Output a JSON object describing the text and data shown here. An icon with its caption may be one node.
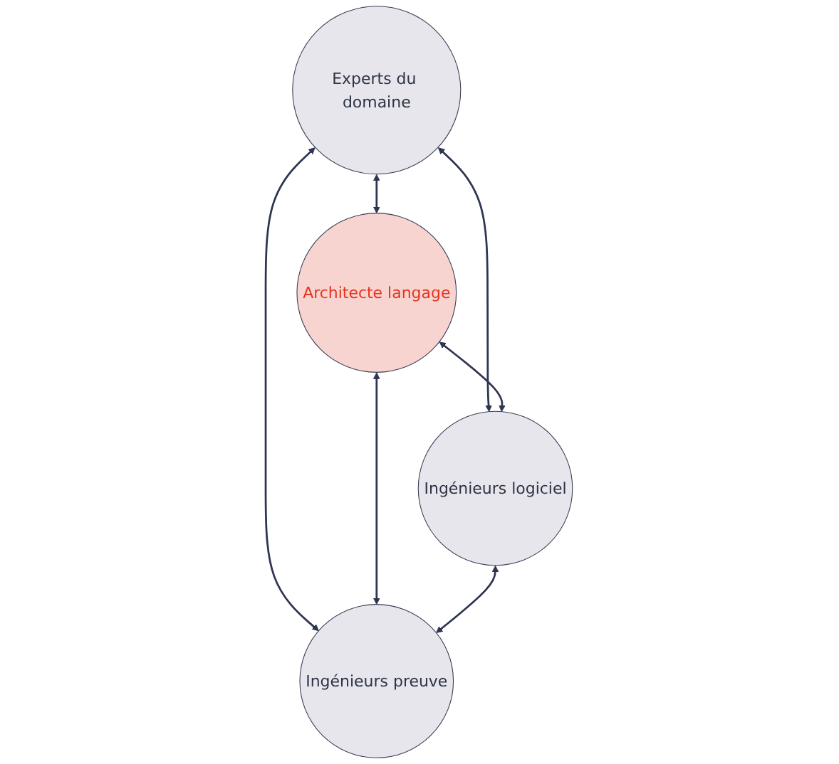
{
  "diagram": {
    "nodes": [
      {
        "text": [
          "Experts du domaine"
        ]
      },
      {
        "text": [
          "Architecte langage"
        ]
      },
      {
        "text": [
          "Ingénieurs logiciel"
        ]
      },
      {
        "text": [
          "Ingénieurs preuve"
        ]
      }
    ],
    "edges": [
      {
        "from": 0,
        "to": 1,
        "arrow": "both"
      },
      {
        "from": 0,
        "to": 2,
        "arrow": "both"
      },
      {
        "from": 0,
        "to": 3,
        "arrow": "both"
      },
      {
        "from": 1,
        "to": 2,
        "arrow": "both"
      },
      {
        "from": 1,
        "to": 3,
        "arrow": "both"
      },
      {
        "from": 2,
        "to": 3,
        "arrow": "both"
      }
    ]
  }
}
